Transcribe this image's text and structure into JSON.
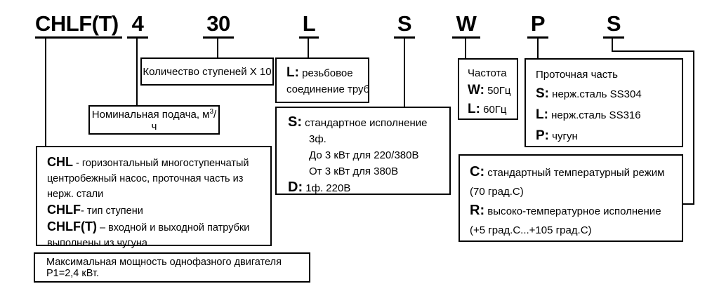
{
  "title_row": {
    "series": "CHLF(T)",
    "flow": "4",
    "stages": "30",
    "connection": "L",
    "power": "S",
    "frequency": "W",
    "material": "P",
    "temperature": "S"
  },
  "boxes": {
    "stages": {
      "text": "Количество ступеней Х 10"
    },
    "connection": {
      "key": "L:",
      "line1": "резьбовое",
      "line2": "соединение труб"
    },
    "frequency": {
      "title": "Частота",
      "items": [
        {
          "key": "W:",
          "value": "50Гц"
        },
        {
          "key": "L:",
          "value": "60Гц"
        }
      ]
    },
    "material": {
      "title": "Проточная часть",
      "items": [
        {
          "key": "S:",
          "value": "нерж.сталь SS304"
        },
        {
          "key": "L:",
          "value": "нерж.сталь SS316"
        },
        {
          "key": "P:",
          "value": "чугун"
        }
      ]
    },
    "flow": {
      "pre": "Номинальная подача, м",
      "sup": "3",
      "post": "/ч"
    },
    "power": {
      "key1": "S:",
      "value1": "стандартное исполнение",
      "sub1": "3ф.",
      "sub2": "До 3 кВт для 220/380В",
      "sub3": "От 3 кВт для 380В",
      "key2": "D:",
      "value2": "1ф. 220В"
    },
    "series": {
      "items": [
        {
          "key": "CHL",
          "value": " - горизонтальный многоступенчатый центробежный насос, проточная часть из нерж. стали"
        },
        {
          "key": "CHLF",
          "value": "- тип ступени"
        },
        {
          "key": "CHLF(T)",
          "value": " – входной и выходной патрубки выполнены из чугуна"
        }
      ]
    },
    "temperature": {
      "key1": "C:",
      "value1": "стандартный температурный режим",
      "note1": "(70 град.С)",
      "key2": "R:",
      "value2": "высоко-температурное исполнение",
      "note2": "(+5 град.С...+105 град.С)"
    },
    "max_power": {
      "text": "Максимальная мощность однофазного двигателя Р1=2,4 кВт."
    }
  }
}
